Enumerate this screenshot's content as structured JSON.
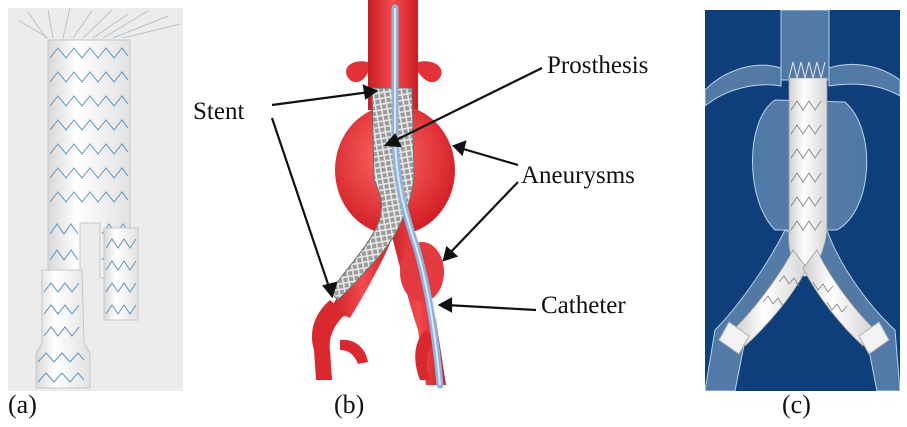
{
  "panels": {
    "a": {
      "caption": "(a)"
    },
    "b": {
      "caption": "(b)",
      "labels": {
        "stent": "Stent",
        "prosthesis": "Prosthesis",
        "aneurysms": "Aneurysms",
        "catheter": "Catheter"
      }
    },
    "c": {
      "caption": "(c)"
    }
  },
  "colors": {
    "vessel_red": "#e8353a",
    "stent_blue": "#6b9fc8",
    "background_blue": "#0f3f7a",
    "graft_white": "#f4f4f4"
  }
}
